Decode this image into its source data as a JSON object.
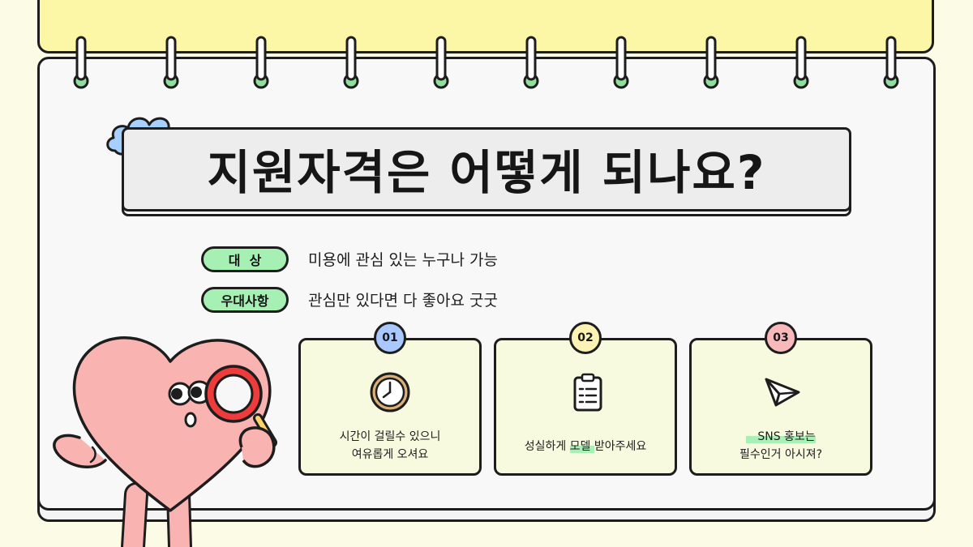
{
  "title": "지원자격은 어떻게 되나요?",
  "info_rows": [
    {
      "label": "대  상",
      "text": "미용에 관심 있는 누구나 가능"
    },
    {
      "label": "우대사항",
      "text": "관심만 있다면 다 좋아요 굿굿"
    }
  ],
  "cards": [
    {
      "number": "01",
      "badge_color": "#a9c8ff",
      "icon": "clock-icon",
      "line1": "시간이 걸릴수 있으니",
      "line2": "여유롭게 오셔요"
    },
    {
      "number": "02",
      "badge_color": "#fcf2b3",
      "icon": "clipboard-icon",
      "line1_pre": "성실하게 ",
      "line1_hl": "모델 ",
      "line1_post": "받아주세요"
    },
    {
      "number": "03",
      "badge_color": "#f9b9bb",
      "icon": "paper-plane-icon",
      "line1": "SNS 홍보는",
      "line2": "필수인거 아시져?"
    }
  ],
  "colors": {
    "pill_green": "#a7f0b3",
    "heart_pink": "#f9b3b0",
    "magnifier_red": "#ee3b3b",
    "cloud_blue": "#a6d0ff",
    "ring_green": "#8fe09d",
    "back_sheet_yellow": "#fcf7a6"
  }
}
